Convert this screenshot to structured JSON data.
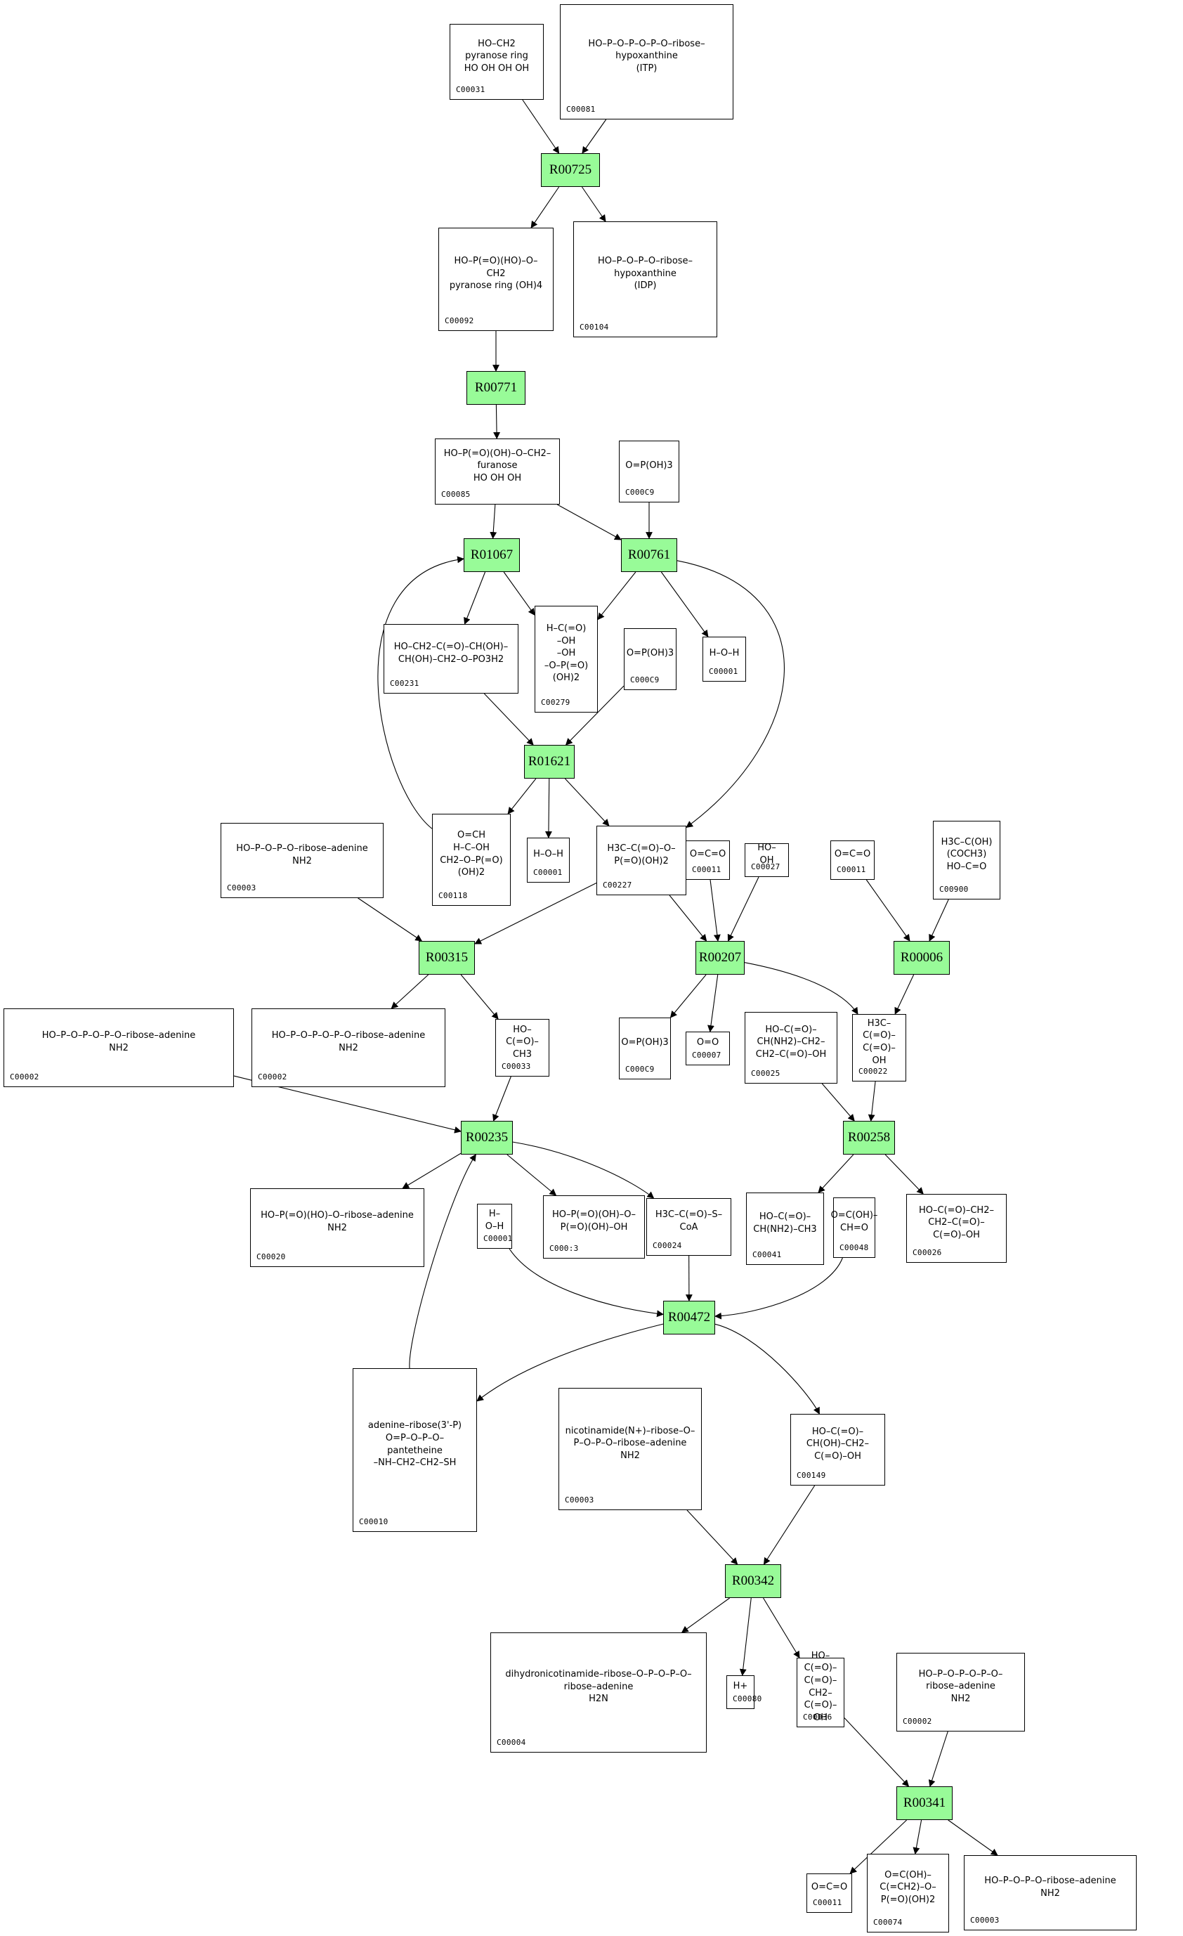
{
  "diagram": {
    "type": "metabolic-pathway",
    "colors": {
      "reaction_fill": "#98fb98",
      "border": "#000000",
      "background": "#ffffff"
    },
    "reactions": [
      {
        "key": "R00725",
        "label": "R00725"
      },
      {
        "key": "R00771",
        "label": "R00771"
      },
      {
        "key": "R01067",
        "label": "R01067"
      },
      {
        "key": "R00761",
        "label": "R00761"
      },
      {
        "key": "R01621",
        "label": "R01621"
      },
      {
        "key": "R00315",
        "label": "R00315"
      },
      {
        "key": "R00207",
        "label": "R00207"
      },
      {
        "key": "R00006",
        "label": "R00006"
      },
      {
        "key": "R00235",
        "label": "R00235"
      },
      {
        "key": "R00258",
        "label": "R00258"
      },
      {
        "key": "R00472",
        "label": "R00472"
      },
      {
        "key": "R00342",
        "label": "R00342"
      },
      {
        "key": "R00341",
        "label": "R00341"
      }
    ],
    "compounds": [
      {
        "key": "c_glc",
        "id": "C00031",
        "structure": "HO–CH2 pyranose ring\nHO  OH  OH  OH"
      },
      {
        "key": "c_itp",
        "id": "C00081",
        "structure": "HO–P–O–P–O–P–O–ribose–hypoxanthine\n(ITP)"
      },
      {
        "key": "c_g6p",
        "id": "C00092",
        "structure": "HO–P(=O)(HO)–O–CH2\npyranose ring (OH)4"
      },
      {
        "key": "c_idp",
        "id": "C00104",
        "structure": "HO–P–O–P–O–ribose–hypoxanthine\n(IDP)"
      },
      {
        "key": "c_f6p",
        "id": "C00085",
        "structure": "HO–P(=O)(OH)–O–CH2–furanose\nHO  OH  OH"
      },
      {
        "key": "c_pi1",
        "id": "C000C9",
        "structure": "O=P(OH)3"
      },
      {
        "key": "c_xu5p",
        "id": "C00231",
        "structure": "HO–CH2–C(=O)–CH(OH)–CH(OH)–CH2–O–PO3H2"
      },
      {
        "key": "c_e4p",
        "id": "C00279",
        "structure": "H–C(=O)\n–OH\n–OH\n–O–P(=O)(OH)2"
      },
      {
        "key": "c_pi2",
        "id": "C000C9",
        "structure": "O=P(OH)3"
      },
      {
        "key": "c_h2o1",
        "id": "C00001",
        "structure": "H–O–H"
      },
      {
        "key": "c_adp1",
        "id": "C00003",
        "structure": "HO–P–O–P–O–ribose–adenine\nNH2"
      },
      {
        "key": "c_g3p",
        "id": "C00118",
        "structure": "O=CH\nH–C–OH\nCH2–O–P(=O)(OH)2"
      },
      {
        "key": "c_h2o2",
        "id": "C00001",
        "structure": "H–O–H"
      },
      {
        "key": "c_acp",
        "id": "C00227",
        "structure": "H3C–C(=O)–O–P(=O)(OH)2"
      },
      {
        "key": "c_co2a",
        "id": "C00011",
        "structure": "O=C=O"
      },
      {
        "key": "c_h2o2b",
        "id": "C00027",
        "structure": "HO–OH"
      },
      {
        "key": "c_co2b",
        "id": "C00011",
        "structure": "O=C=O"
      },
      {
        "key": "c_c900",
        "id": "C00900",
        "structure": "H3C–C(OH)(COCH3)\nHO–C=O"
      },
      {
        "key": "c_atp1",
        "id": "C00002",
        "structure": "HO–P–O–P–O–P–O–ribose–adenine\nNH2"
      },
      {
        "key": "c_atp2",
        "id": "C00002",
        "structure": "HO–P–O–P–O–P–O–ribose–adenine\nNH2"
      },
      {
        "key": "c_ac",
        "id": "C00033",
        "structure": "HO–C(=O)–CH3"
      },
      {
        "key": "c_pi3",
        "id": "C000C9",
        "structure": "O=P(OH)3"
      },
      {
        "key": "c_o2",
        "id": "C00007",
        "structure": "O=O"
      },
      {
        "key": "c_glu",
        "id": "C00025",
        "structure": "HO–C(=O)–CH(NH2)–CH2–CH2–C(=O)–OH"
      },
      {
        "key": "c_pyr",
        "id": "C00022",
        "structure": "H3C–C(=O)–C(=O)–OH"
      },
      {
        "key": "c_amp",
        "id": "C00020",
        "structure": "HO–P(=O)(HO)–O–ribose–adenine\nNH2"
      },
      {
        "key": "c_h2o3",
        "id": "C00001",
        "structure": "H–O–H"
      },
      {
        "key": "c_ppi",
        "id": "C000:3",
        "structure": "HO–P(=O)(OH)–O–P(=O)(OH)–OH"
      },
      {
        "key": "c_accoa",
        "id": "C00024",
        "structure": "H3C–C(=O)–S–CoA"
      },
      {
        "key": "c_ala",
        "id": "C00041",
        "structure": "HO–C(=O)–CH(NH2)–CH3"
      },
      {
        "key": "c_glx",
        "id": "C00048",
        "structure": "O=C(OH)–CH=O"
      },
      {
        "key": "c_akg",
        "id": "C00026",
        "structure": "HO–C(=O)–CH2–CH2–C(=O)–C(=O)–OH"
      },
      {
        "key": "c_coa",
        "id": "C00010",
        "structure": "adenine–ribose(3'-P)\nO=P–O–P–O–pantetheine\n–NH–CH2–CH2–SH"
      },
      {
        "key": "c_nad",
        "id": "C00003",
        "structure": "nicotinamide(N+)–ribose–O–P–O–P–O–ribose–adenine\nNH2"
      },
      {
        "key": "c_mal",
        "id": "C00149",
        "structure": "HO–C(=O)–CH(OH)–CH2–C(=O)–OH"
      },
      {
        "key": "c_nadh",
        "id": "C00004",
        "structure": "dihydronicotinamide–ribose–O–P–O–P–O–ribose–adenine\nH2N"
      },
      {
        "key": "c_h",
        "id": "C00080",
        "structure": "H+"
      },
      {
        "key": "c_oaa",
        "id": "C00036",
        "structure": "HO–C(=O)–C(=O)–CH2–C(=O)–OH"
      },
      {
        "key": "c_atp3",
        "id": "C00002",
        "structure": "HO–P–O–P–O–P–O–ribose–adenine\nNH2"
      },
      {
        "key": "c_co2c",
        "id": "C00011",
        "structure": "O=C=O"
      },
      {
        "key": "c_pep",
        "id": "C00074",
        "structure": "O=C(OH)–C(=CH2)–O–P(=O)(OH)2"
      },
      {
        "key": "c_adp2",
        "id": "C00003",
        "structure": "HO–P–O–P–O–ribose–adenine\nNH2"
      }
    ],
    "edges": [
      [
        "c_glc",
        "R00725"
      ],
      [
        "c_itp",
        "R00725"
      ],
      [
        "R00725",
        "c_g6p"
      ],
      [
        "R00725",
        "c_idp"
      ],
      [
        "c_g6p",
        "R00771"
      ],
      [
        "R00771",
        "c_f6p"
      ],
      [
        "c_f6p",
        "R01067"
      ],
      [
        "c_f6p",
        "R00761"
      ],
      [
        "c_pi1",
        "R00761"
      ],
      [
        "R01067",
        "c_xu5p"
      ],
      [
        "R01067",
        "c_e4p"
      ],
      [
        "R00761",
        "c_e4p"
      ],
      [
        "R00761",
        "c_h2o1"
      ],
      [
        "R00761",
        "c_acp"
      ],
      [
        "c_xu5p",
        "R01621"
      ],
      [
        "c_pi2",
        "R01621"
      ],
      [
        "R01621",
        "c_g3p"
      ],
      [
        "R01621",
        "c_h2o2"
      ],
      [
        "R01621",
        "c_acp"
      ],
      [
        "c_g3p",
        "R01067"
      ],
      [
        "c_adp1",
        "R00315"
      ],
      [
        "c_acp",
        "R00315"
      ],
      [
        "R00315",
        "c_atp2"
      ],
      [
        "R00315",
        "c_ac"
      ],
      [
        "c_acp",
        "R00207"
      ],
      [
        "c_co2a",
        "R00207"
      ],
      [
        "c_h2o2b",
        "R00207"
      ],
      [
        "R00207",
        "c_pi3"
      ],
      [
        "R00207",
        "c_o2"
      ],
      [
        "R00207",
        "c_pyr"
      ],
      [
        "c_co2b",
        "R00006"
      ],
      [
        "c_c900",
        "R00006"
      ],
      [
        "R00006",
        "c_pyr"
      ],
      [
        "c_atp1",
        "R00235"
      ],
      [
        "c_ac",
        "R00235"
      ],
      [
        "c_coa",
        "R00235"
      ],
      [
        "R00235",
        "c_amp"
      ],
      [
        "R00235",
        "c_ppi"
      ],
      [
        "R00235",
        "c_accoa"
      ],
      [
        "c_glu",
        "R00258"
      ],
      [
        "c_pyr",
        "R00258"
      ],
      [
        "R00258",
        "c_ala"
      ],
      [
        "R00258",
        "c_akg"
      ],
      [
        "c_h2o3",
        "R00472"
      ],
      [
        "c_accoa",
        "R00472"
      ],
      [
        "c_glx",
        "R00472"
      ],
      [
        "R00472",
        "c_coa"
      ],
      [
        "R00472",
        "c_mal"
      ],
      [
        "c_nad",
        "R00342"
      ],
      [
        "c_mal",
        "R00342"
      ],
      [
        "R00342",
        "c_nadh"
      ],
      [
        "R00342",
        "c_h"
      ],
      [
        "R00342",
        "c_oaa"
      ],
      [
        "c_oaa",
        "R00341"
      ],
      [
        "c_atp3",
        "R00341"
      ],
      [
        "R00341",
        "c_co2c"
      ],
      [
        "R00341",
        "c_pep"
      ],
      [
        "R00341",
        "c_adp2"
      ]
    ]
  }
}
